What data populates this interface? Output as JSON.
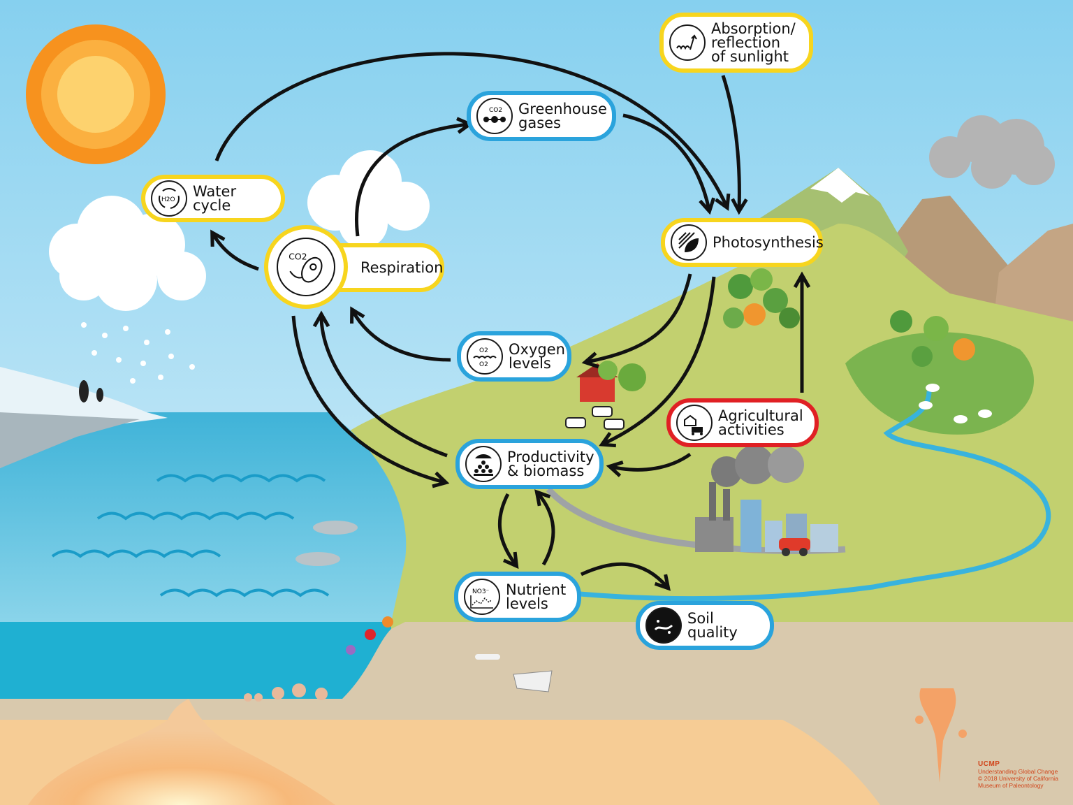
{
  "nodes": {
    "absorption": {
      "label": "Absorption/\nreflection\nof sunlight",
      "icon": "sunlight-wave-icon",
      "color": "yellow"
    },
    "greenhouse": {
      "label": "Greenhouse\ngases",
      "icon": "co2-molecule-icon",
      "icon_text": "CO2",
      "color": "blue"
    },
    "water_cycle": {
      "label": "Water cycle",
      "icon": "h2o-cycle-icon",
      "icon_text": "H2O",
      "color": "yellow"
    },
    "respiration": {
      "label": "Respiration",
      "icon": "microbe-co2-icon",
      "icon_text": "CO2",
      "color": "yellow"
    },
    "photosynthesis": {
      "label": "Photosynthesis",
      "icon": "leaf-sun-icon",
      "color": "yellow"
    },
    "oxygen": {
      "label": "Oxygen\nlevels",
      "icon": "o2-water-icon",
      "icon_text": "O2",
      "color": "blue"
    },
    "agricultural": {
      "label": "Agricultural\nactivities",
      "icon": "farm-tractor-icon",
      "color": "red"
    },
    "productivity": {
      "label": "Productivity\n& biomass",
      "icon": "biomass-pile-icon",
      "color": "blue"
    },
    "nutrient": {
      "label": "Nutrient\nlevels",
      "icon": "no3-graph-icon",
      "icon_text": "NO3⁻",
      "color": "blue"
    },
    "soil": {
      "label": "Soil quality",
      "icon": "soil-worm-icon",
      "color": "blue"
    }
  },
  "credit": {
    "logo": "UCMP",
    "line1": "Understanding Global Change",
    "line2": "© 2018 University of California",
    "line3": "Museum of Paleontology"
  },
  "colors": {
    "sky_top": "#7fcdee",
    "sky_bottom": "#d9f0fa",
    "ocean": "#5cc3e0",
    "land": "#c2cf6e",
    "sand": "#d9c9ad",
    "yellow_border": "#f7d51e",
    "blue_border": "#2aa3dc",
    "red_border": "#e02024"
  }
}
